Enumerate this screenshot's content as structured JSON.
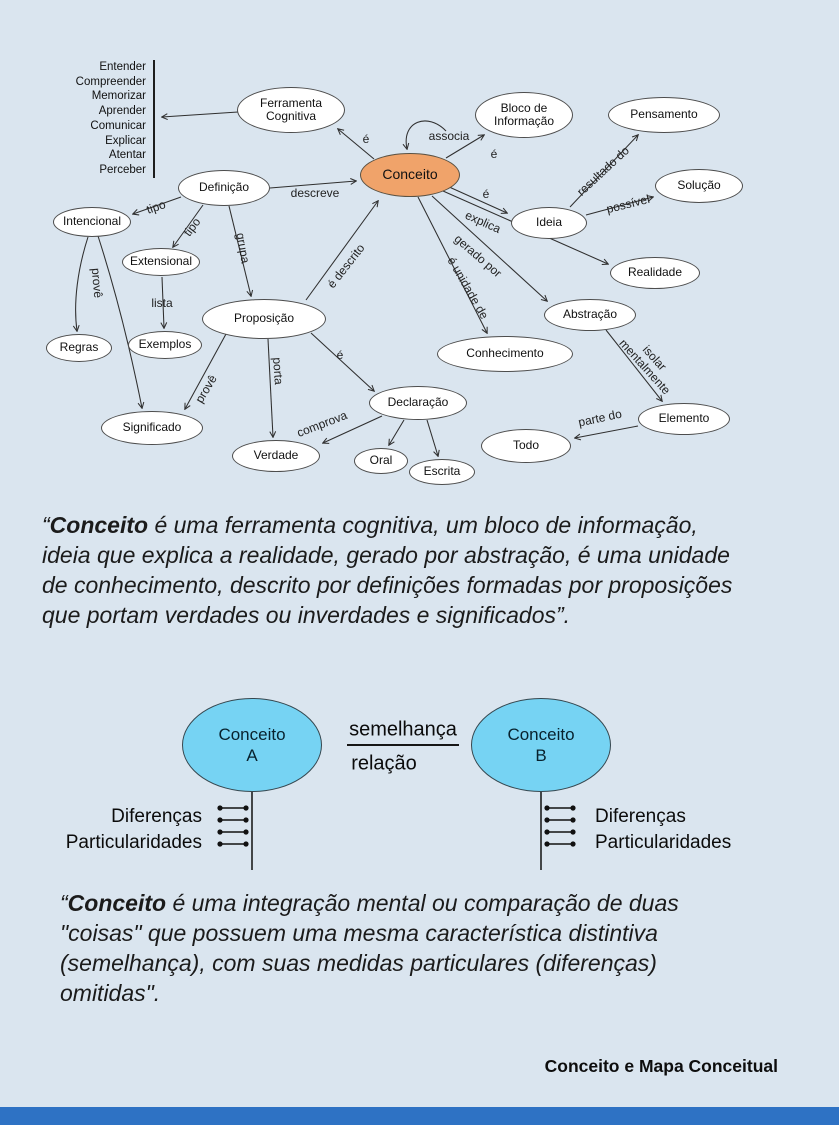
{
  "colors": {
    "bg": "#dae5ef",
    "concept": "#f0a36a",
    "concept2": "#76d3f3",
    "bar": "#2e72c4"
  },
  "map": {
    "verbs": [
      "Entender",
      "Compreender",
      "Memorizar",
      "Aprender",
      "Comunicar",
      "Explicar",
      "Atentar",
      "Perceber"
    ],
    "nodes": {
      "conceito": "Conceito",
      "ferramenta": "Ferramenta Cognitiva",
      "bloco": "Bloco de Informação",
      "pensamento": "Pensamento",
      "solucao": "Solução",
      "definicao": "Definição",
      "intencional": "Intencional",
      "extensional": "Extensional",
      "ideia": "Ideia",
      "realidade": "Realidade",
      "proposicao": "Proposição",
      "regras": "Regras",
      "exemplos": "Exemplos",
      "conhecimento": "Conhecimento",
      "abstracao": "Abstração",
      "elemento": "Elemento",
      "todo": "Todo",
      "significado": "Significado",
      "declaracao": "Declaração",
      "verdade": "Verdade",
      "oral": "Oral",
      "escrita": "Escrita"
    },
    "edge_labels": {
      "e1": "é",
      "associa": "associa",
      "e2": "é",
      "resultado": "resultado do",
      "e3": "é",
      "possivel": "possível",
      "descreve": "descreve",
      "tipo1": "tipo",
      "tipo2": "tipo",
      "grupa": "grupa",
      "explica": "explica",
      "gerado": "gerado por",
      "unidade": "é unidade de",
      "descrito": "é descrito",
      "prove1": "provê",
      "lista": "lista",
      "porta": "porta",
      "e4": "é",
      "prove2": "provê",
      "comprova": "comprova",
      "isolar": "isolar mentalmente",
      "parte": "parte do"
    }
  },
  "quote1": {
    "open": "“",
    "lead": "Conceito",
    "body": " é uma ferramenta cognitiva, um bloco de informação, ideia que explica a realidade, gerado por abstração, é uma unidade de conhecimento, descrito por definições formadas por proposições que portam verdades ou inverdades e significados”."
  },
  "diagram": {
    "a": "Conceito A",
    "b": "Conceito B",
    "semelhanca": "semelhança",
    "relacao": "relação",
    "left1": "Diferenças",
    "left2": "Particularidades",
    "right1": "Diferenças",
    "right2": "Particularidades"
  },
  "quote2": {
    "open": "“",
    "lead": "Conceito",
    "body": " é uma integração mental ou comparação de duas \"coisas\" que possuem uma mesma característica distintiva (semelhança), com suas medidas particulares (diferenças) omitidas\"."
  },
  "footer": {
    "title": "Conceito e Mapa Conceitual"
  }
}
